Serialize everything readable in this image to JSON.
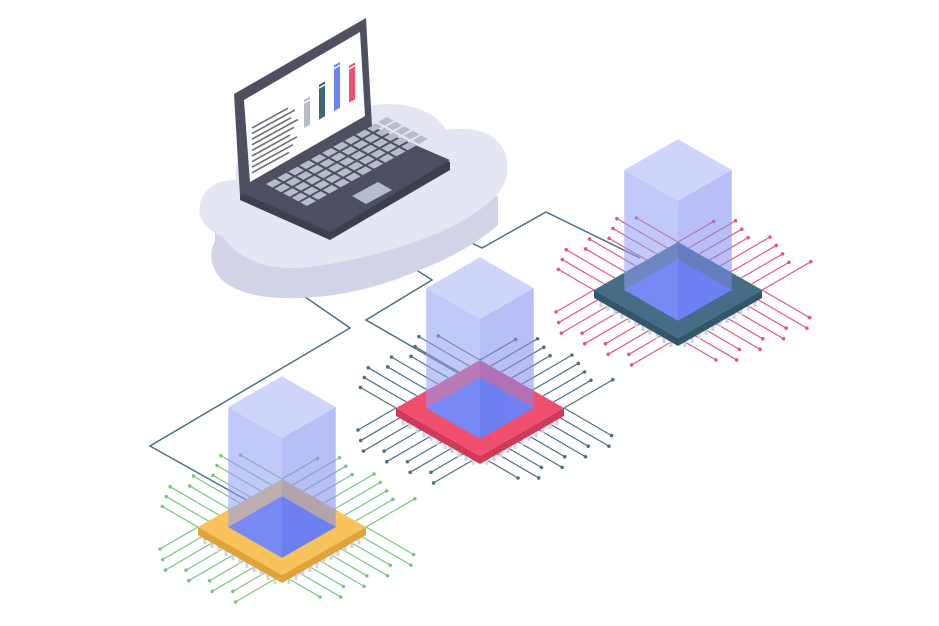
{
  "colors": {
    "background": "#ffffff",
    "cloud_top": "#e4e7f3",
    "cloud_side": "#d0d4e6",
    "laptop_dark": "#4d5060",
    "laptop_darker": "#3c3f4d",
    "laptop_key": "#b7bcc9",
    "screen": "#ffffff",
    "connector_line": "#4f6f86",
    "glass": "#8f9df5",
    "chip_core": "#5b72f6",
    "pin": "#cfd3e2"
  },
  "laptop_screen_bars": [
    {
      "color": "#b7bcc9",
      "level": 0.55
    },
    {
      "color": "#3f6478",
      "level": 0.7
    },
    {
      "color": "#6b82f7",
      "level": 0.95
    },
    {
      "color": "#f0506e",
      "level": 0.75
    }
  ],
  "chips": [
    {
      "name": "chip-yellow",
      "frame_color": "#f7c35a",
      "frame_side": "#e0a33c",
      "trace_color": "#7cc77e"
    },
    {
      "name": "chip-pink",
      "frame_color": "#f0506e",
      "frame_side": "#cf3a58",
      "trace_color": "#4f6f86"
    },
    {
      "name": "chip-teal",
      "frame_color": "#456d86",
      "frame_side": "#33566b",
      "trace_color": "#e6577a"
    }
  ],
  "icons": {
    "cloud": "cloud-icon",
    "laptop": "laptop-icon",
    "chip": "microchip-icon"
  }
}
